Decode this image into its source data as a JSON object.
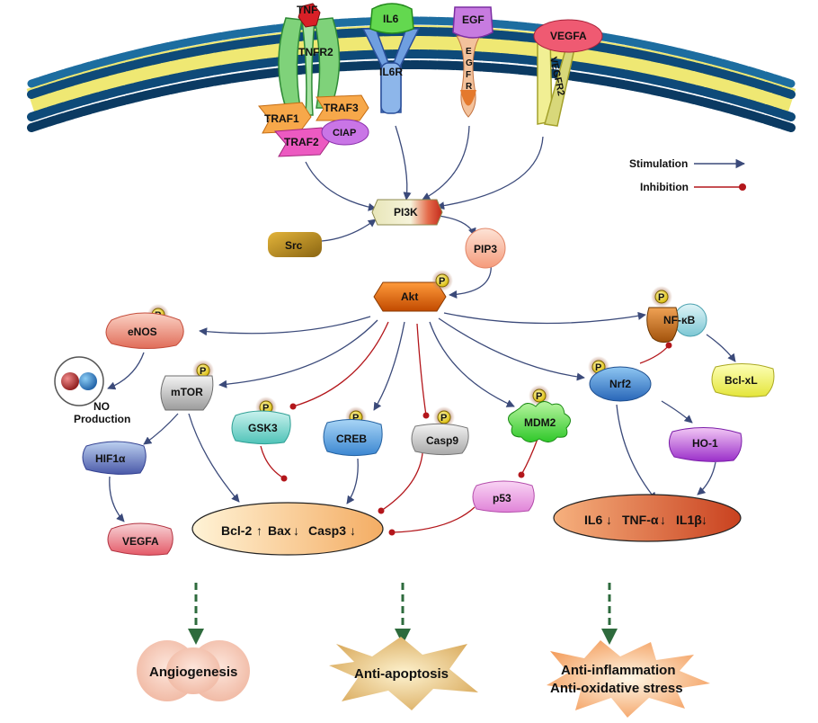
{
  "receptors": {
    "tnf": "TNF",
    "tnfr2": "TNFR2",
    "traf1": "TRAF1",
    "traf2": "TRAF2",
    "traf3": "TRAF3",
    "ciap": "CIAP",
    "il6": "IL6",
    "il6r": "IL6R",
    "egf": "EGF",
    "egfr": "EGFR",
    "vegfa": "VEGFA",
    "vegfr2": "VEGFR2"
  },
  "legend": {
    "stimulation": "Stimulation",
    "inhibition": "Inhibition",
    "stimulation_color": "#3b4a7a",
    "inhibition_color": "#b3161b"
  },
  "nodes": {
    "pi3k": "PI3K",
    "src": "Src",
    "pip3": "PIP3",
    "akt": "Akt",
    "p": "P",
    "enos": "eNOS",
    "no_production_1": "NO",
    "no_production_2": "Production",
    "mtor": "mTOR",
    "gsk3": "GSK3",
    "creb": "CREB",
    "casp9": "Casp9",
    "mdm2": "MDM2",
    "nrf2": "Nrf2",
    "nfkb": "NF-κB",
    "bclxl": "Bcl-xL",
    "ho1": "HO-1",
    "hif1a": "HIF1α",
    "vegfa": "VEGFA",
    "p53": "p53"
  },
  "apoptosis_box": {
    "bcl2": "Bcl-2",
    "bax": "Bax",
    "casp3": "Casp3"
  },
  "inflammation_box": {
    "il6": "IL6",
    "tnfa": "TNF-α",
    "il1b": "IL1β"
  },
  "outcomes": {
    "angiogenesis": "Angiogenesis",
    "anti_apoptosis": "Anti-apoptosis",
    "anti_inflammation": "Anti-inflammation",
    "anti_oxidative": "Anti-oxidative stress"
  }
}
